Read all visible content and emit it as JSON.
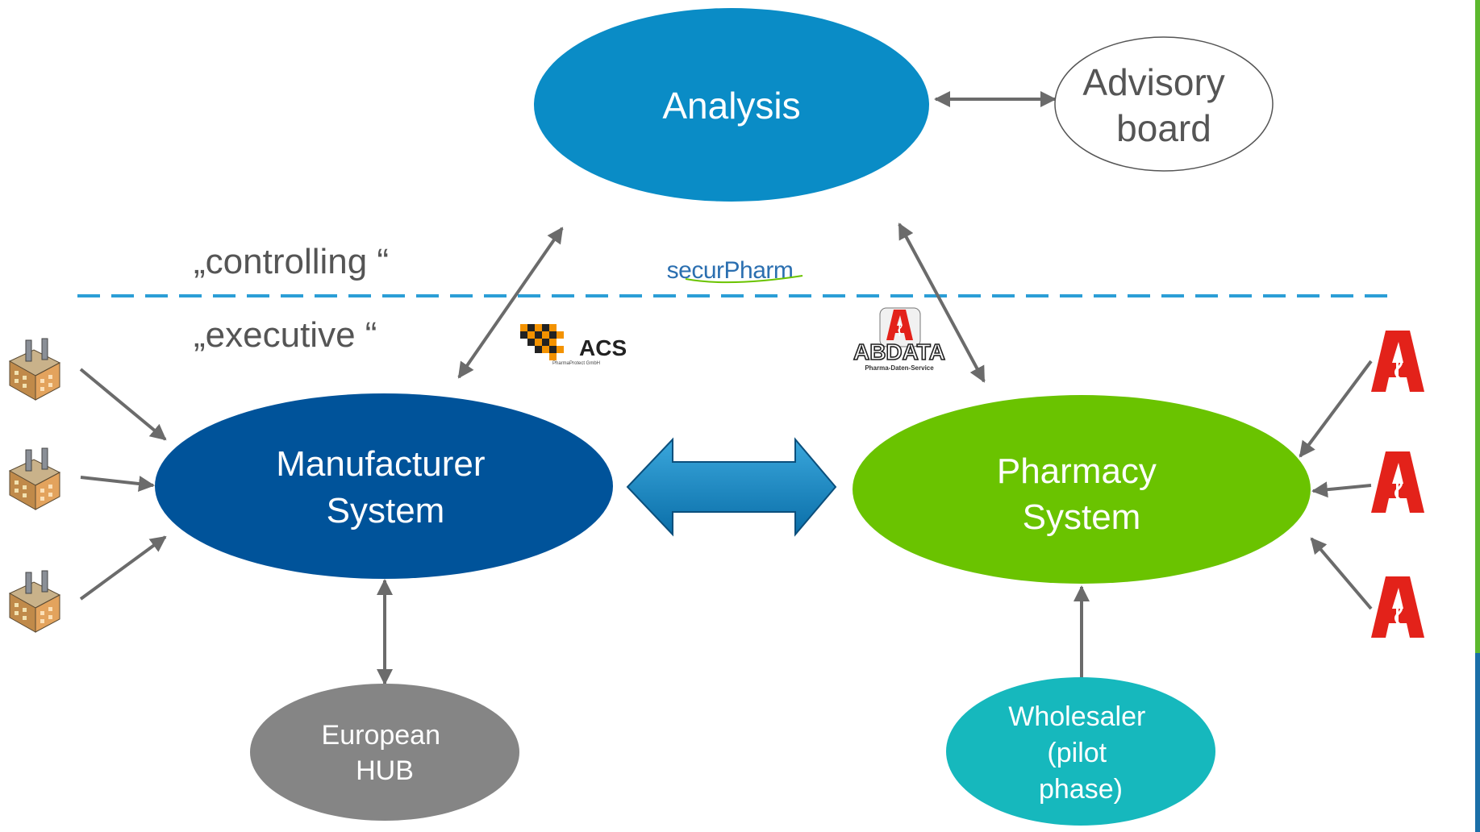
{
  "nodes": {
    "analysis": "Analysis",
    "advisory_board": [
      "Advisory",
      "board"
    ],
    "manufacturer_system": [
      "Manufacturer",
      "System"
    ],
    "pharmacy_system": [
      "Pharmacy",
      "System"
    ],
    "european_hub": [
      "European",
      "HUB"
    ],
    "wholesaler": [
      "Wholesaler",
      "(pilot",
      "phase)"
    ]
  },
  "labels": {
    "controlling": "„controlling “",
    "executive": "„executive “"
  },
  "logos": {
    "securpharm": "securPharm",
    "acs": "ACS",
    "acs_sub": "PharmaProtect GmbH",
    "abdata": "ABDATA",
    "abdata_sub": "Pharma-Daten-Service"
  },
  "colors": {
    "analysis": "#0a8cc6",
    "manufacturer": "#00539a",
    "pharmacy": "#6ac300",
    "hub": "#858585",
    "wholesaler": "#16b8bd",
    "dashed_line": "#2b9ed6",
    "arrow": "#6b6b6b",
    "pharmacy_a": "#e3221a"
  },
  "icons": [
    "factory-icon",
    "pharmacy-a-icon",
    "double-arrow-icon"
  ]
}
